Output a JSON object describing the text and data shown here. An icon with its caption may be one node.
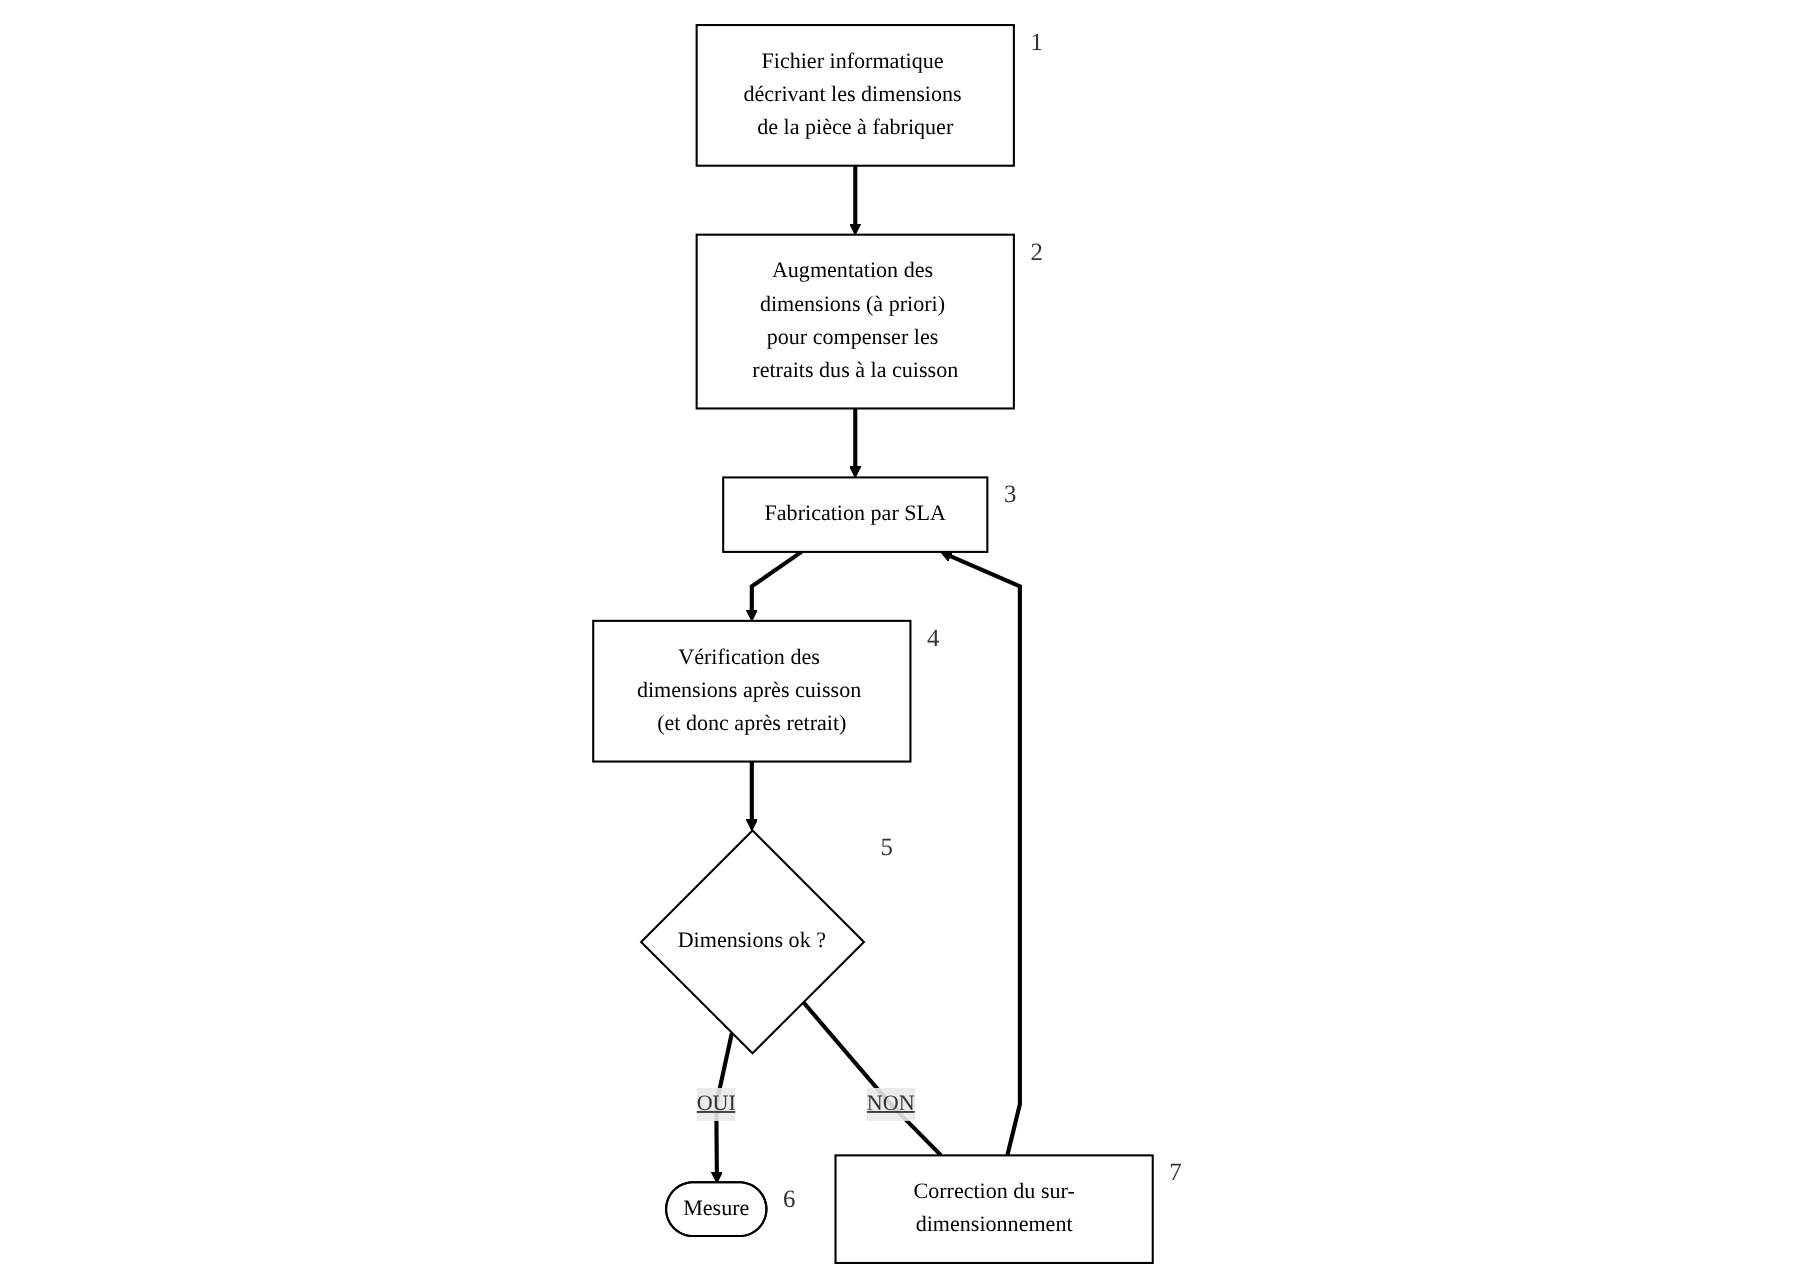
{
  "diagram": {
    "nodes": [
      {
        "text": [
          "Fichier informatique décrivant les dimensions de la pièce à fabriquer"
        ],
        "beside": [
          "1"
        ]
      },
      {
        "text": [
          "Augmentation des dimensions (à priori) pour compenser les retraits dus à la cuisson"
        ],
        "beside": [
          "2"
        ]
      },
      {
        "text": [
          "Fabrication par SLA"
        ],
        "beside": [
          "3"
        ]
      },
      {
        "text": [
          "Vérification des dimensions après cuisson (et donc après retrait)"
        ],
        "beside": [
          "4"
        ]
      },
      {
        "text": [
          "Dimensions ok ?"
        ],
        "beside": [
          "5"
        ]
      },
      {
        "text": [
          "Mesure"
        ],
        "beside": [
          "6"
        ]
      },
      {
        "text": [
          "Correction du sur-dimensionnement"
        ],
        "beside": [
          "7"
        ]
      }
    ],
    "edges": [
      {
        "from": 0,
        "to": 1,
        "arrow": "to"
      },
      {
        "from": 1,
        "to": 2,
        "arrow": "to"
      },
      {
        "from": 2,
        "to": 3,
        "arrow": "to"
      },
      {
        "from": 3,
        "to": 4,
        "arrow": "to"
      },
      {
        "from": 4,
        "to": 5,
        "arrow": "to",
        "label": "OUI"
      },
      {
        "from": 4,
        "to": 6,
        "arrow": "none",
        "label": "NON"
      },
      {
        "from": 6,
        "to": 2,
        "arrow": "to"
      }
    ]
  }
}
